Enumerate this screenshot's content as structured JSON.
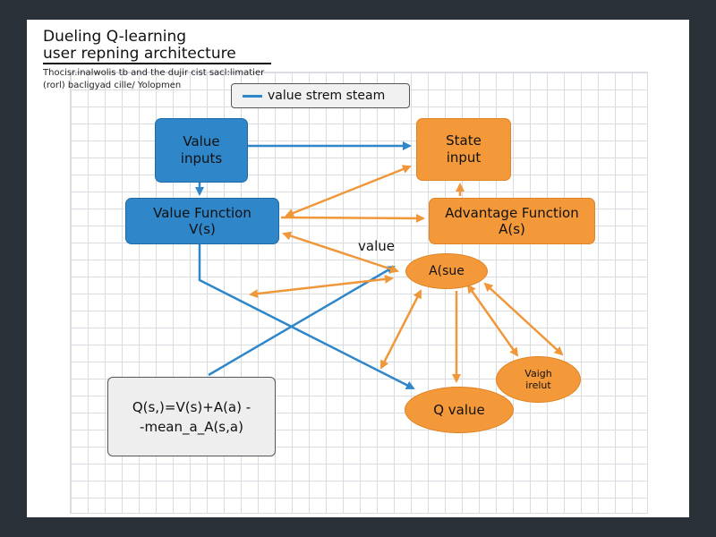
{
  "title": {
    "line1": "Dueling Q-learning",
    "line2": "user repning architecture"
  },
  "subtitle": {
    "line1": "Thocisr.inalwolis tb and the dujir cist sacl:limatier",
    "line2": "(rorl) bacligyad cille/ Yolopmen"
  },
  "legend": {
    "label": "value strem steam",
    "color": "#2f86c9"
  },
  "nodes": {
    "value_inputs": {
      "line1": "Value",
      "line2": "inputs"
    },
    "state_input": {
      "line1": "State",
      "line2": "input"
    },
    "value_function": {
      "line1": "Value Function",
      "line2": "V(s)"
    },
    "advantage_function": {
      "line1": "Advantage Function",
      "line2": "A(s)"
    },
    "a_node": {
      "label": "A(sue"
    },
    "small_node": {
      "line1": "Vaigh",
      "line2": "irelut"
    },
    "q_value": {
      "label": "Q value"
    }
  },
  "edge_label_value": "value",
  "formula": {
    "line1": "Q(s,)=V(s)+A(a) -",
    "line2": "-mean_a_A(s,a)"
  },
  "colors": {
    "blue_stream": "#2f86c9",
    "orange_stream": "#f4993a",
    "background": "#2b3138",
    "page": "#ffffff"
  }
}
